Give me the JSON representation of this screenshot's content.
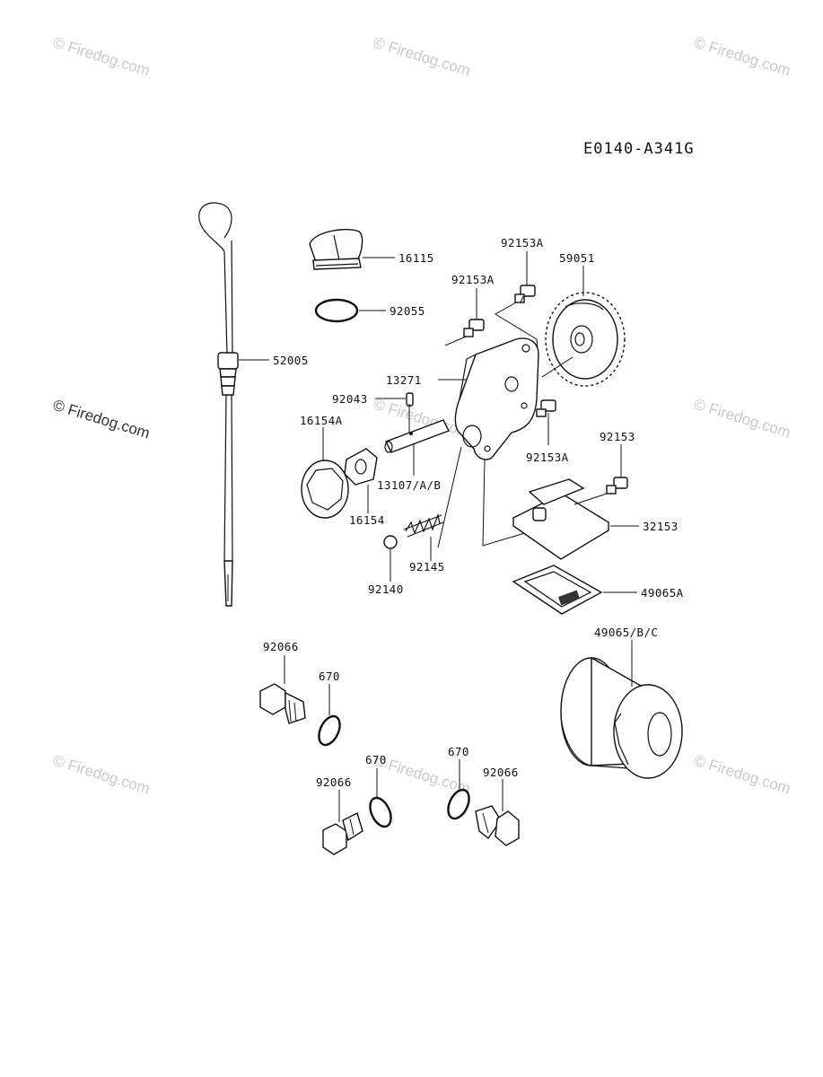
{
  "diagram_code": "E0140-A341G",
  "watermarks": {
    "faint": "© Firedog.com",
    "dark": "© Firedog.com"
  },
  "labels": {
    "p16115": "16115",
    "p92055": "92055",
    "p92153A_top": "92153A",
    "p92153A_mid": "92153A",
    "p59051": "59051",
    "p52005": "52005",
    "p13271": "13271",
    "p92043": "92043",
    "p16154A": "16154A",
    "p92153A_low": "92153A",
    "p92153": "92153",
    "p13107": "13107/A/B",
    "p32153": "32153",
    "p16154": "16154",
    "p92145": "92145",
    "p92140": "92140",
    "p49065A": "49065A",
    "p92066_a": "92066",
    "p670_a": "670",
    "p49065": "49065/B/C",
    "p670_b": "670",
    "p92066_b": "92066",
    "p670_c": "670",
    "p92066_c": "92066"
  }
}
